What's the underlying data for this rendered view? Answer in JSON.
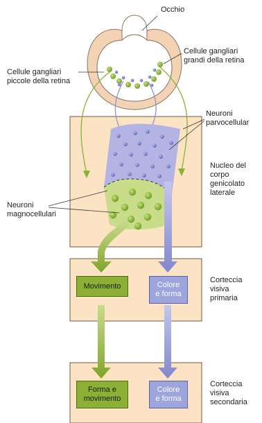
{
  "labels": {
    "eye": "Occhio",
    "large_ganglion": "Cellule gangliari\ngrandi della retina",
    "small_ganglion": "Cellule gangliari\npiccole della retina",
    "parvo_neurons": "Neuroni\nparvocellular",
    "lgn": "Nucleo del\ncorpo\ngenicolato\nlaterale",
    "magno_neurons": "Neuroni\nmagnocellulari",
    "primary_cortex": "Corteccia\nvisiva\nprimaria",
    "secondary_cortex": "Corteccia\nvisiva\nsecondaria"
  },
  "boxes": {
    "movement": "Movimento",
    "color_form_primary": "Colore\ne forma",
    "form_movement": "Forma e\nmovimento",
    "color_form_secondary": "Colore\ne forma"
  },
  "colors": {
    "panel": "#fbe3c3",
    "panel_border": "#6b5a48",
    "eye_outer": "#f3d3b4",
    "magno": "#c8dc8a",
    "magno_dot": "#86b333",
    "parvo": "#b3b3e4",
    "parvo_dot": "#6f72c2",
    "green_arrow": "#8bb036",
    "blue_arrow": "#8d93d2"
  }
}
